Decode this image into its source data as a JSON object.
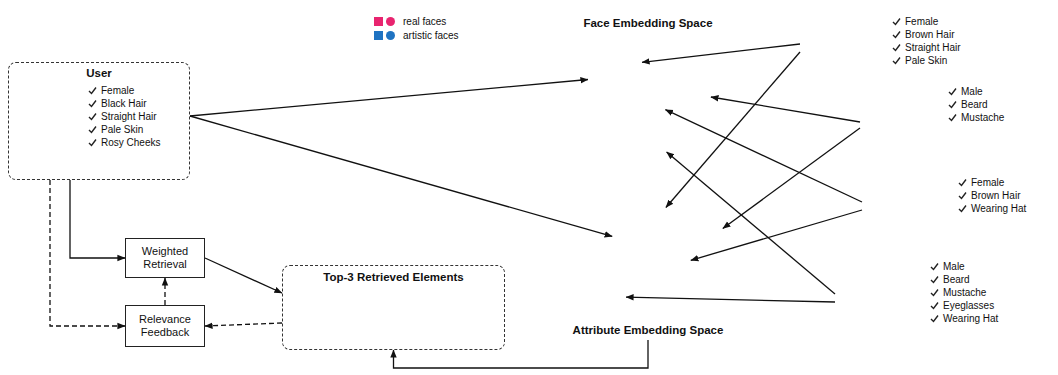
{
  "diagram": {
    "nodes": [
      {
        "text": [
          "User",
          "Female",
          "Black Hair",
          "Straight Hair",
          "Pale Skin",
          "Rosy Cheeks"
        ]
      },
      {
        "text": [
          "Weighted Retrieval"
        ]
      },
      {
        "text": [
          "Relevance Feedback"
        ]
      },
      {
        "text": [
          "Top-3 Retrieved Elements"
        ]
      },
      {
        "text": [
          "Face Embedding Space"
        ]
      },
      {
        "text": [
          "Attribute Embedding Space"
        ]
      },
      {
        "text": [
          "Female",
          "Brown Hair",
          "Straight Hair",
          "Pale Skin"
        ]
      },
      {
        "text": [
          "Male",
          "Beard",
          "Mustache"
        ]
      },
      {
        "text": [
          "Female",
          "Brown Hair",
          "Wearing Hat"
        ]
      },
      {
        "text": [
          "Male",
          "Beard",
          "Mustache",
          "Eyeglasses",
          "Wearing Hat"
        ]
      }
    ],
    "edges": [
      {
        "from": 0,
        "to": 4,
        "arrow": "to"
      },
      {
        "from": 0,
        "to": 5,
        "arrow": "to"
      },
      {
        "from": 0,
        "to": 1,
        "arrow": "to"
      },
      {
        "from": 0,
        "to": 2,
        "arrow": "to"
      },
      {
        "from": 2,
        "to": 1,
        "arrow": "to"
      },
      {
        "from": 1,
        "to": 3,
        "arrow": "to"
      },
      {
        "from": 3,
        "to": 2,
        "arrow": "to"
      },
      {
        "from": 5,
        "to": 3,
        "arrow": "to"
      },
      {
        "from": 6,
        "to": 4,
        "arrow": "to"
      },
      {
        "from": 6,
        "to": 5,
        "arrow": "to"
      },
      {
        "from": 7,
        "to": 4,
        "arrow": "to"
      },
      {
        "from": 7,
        "to": 5,
        "arrow": "to"
      },
      {
        "from": 8,
        "to": 4,
        "arrow": "to"
      },
      {
        "from": 8,
        "to": 5,
        "arrow": "to"
      },
      {
        "from": 9,
        "to": 4,
        "arrow": "to"
      },
      {
        "from": 9,
        "to": 5,
        "arrow": "to"
      }
    ],
    "legend": [
      {
        "text": "real faces",
        "color": "#e8246f"
      },
      {
        "text": "artistic faces",
        "color": "#1f73c2"
      }
    ]
  }
}
